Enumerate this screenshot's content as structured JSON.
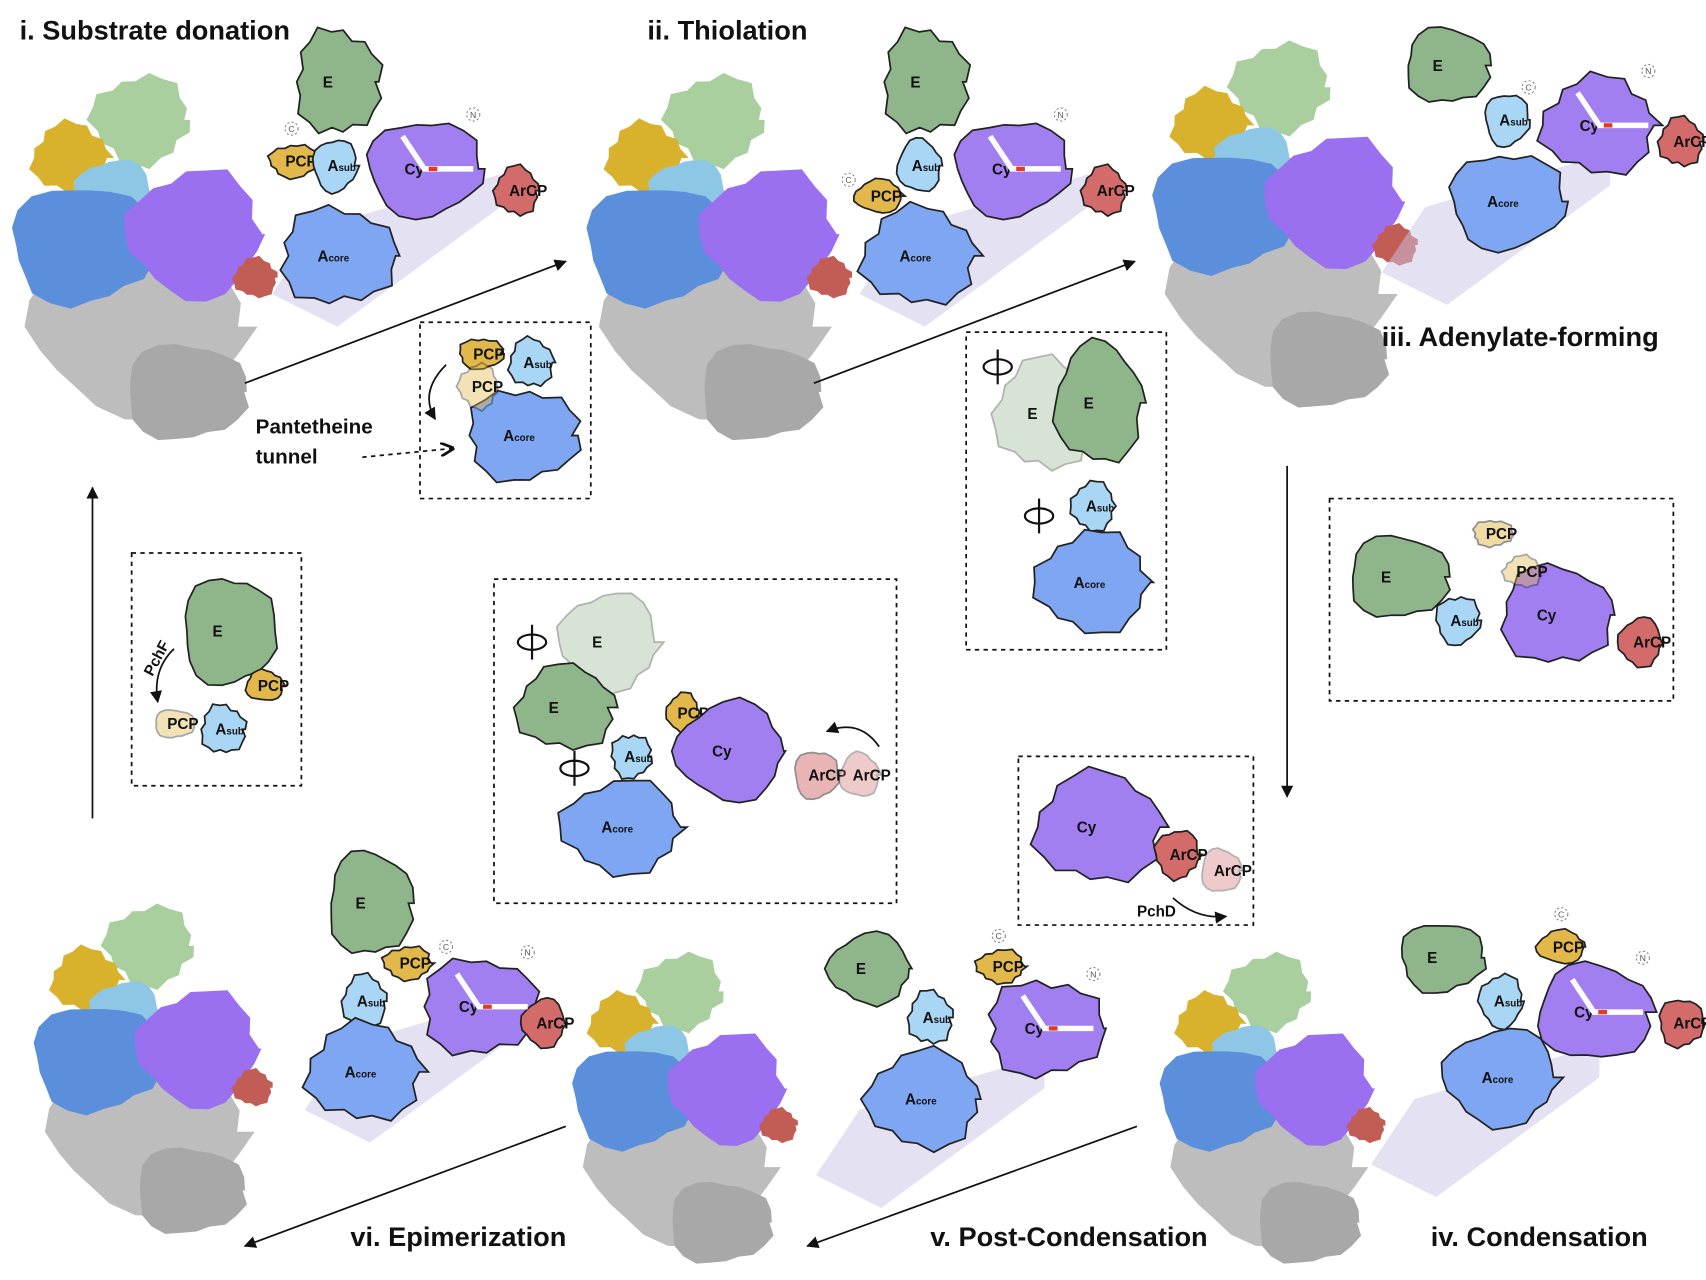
{
  "titles": {
    "i": "i. Substrate donation",
    "ii": "ii. Thiolation",
    "iii": "iii. Adenylate-forming",
    "iv": "iv. Condensation",
    "v": "v. Post-Condensation",
    "vi": "vi. Epimerization"
  },
  "domains": {
    "E": {
      "main": "E",
      "sub": ""
    },
    "PCP": {
      "main": "PCP",
      "sub": ""
    },
    "Asub": {
      "main": "A",
      "sub": "sub"
    },
    "Acore": {
      "main": "A",
      "sub": "core"
    },
    "Cy": {
      "main": "Cy",
      "sub": ""
    },
    "ArCP": {
      "main": "ArCP",
      "sub": ""
    }
  },
  "termini": {
    "N": "N",
    "C": "C"
  },
  "annotations": {
    "pantetheine_line1": "Pantetheine",
    "pantetheine_line2": "tunnel",
    "pchF": "PchF",
    "pchD": "PchD"
  },
  "colors": {
    "E": "#8fb58a",
    "PCP": "#e2b84a",
    "Asub": "#a9d6f5",
    "Acore": "#7ea6f2",
    "Cy": "#a27ff0",
    "ArCP": "#d46b6b",
    "map_gray": "#bdbdbd",
    "map_green": "#a9cf9f",
    "map_yellow": "#d8b22d",
    "map_blue": "#5b8fdc",
    "map_lightblue": "#8ec7e6",
    "map_purple": "#9a6ff0",
    "map_red": "#c25d55"
  }
}
